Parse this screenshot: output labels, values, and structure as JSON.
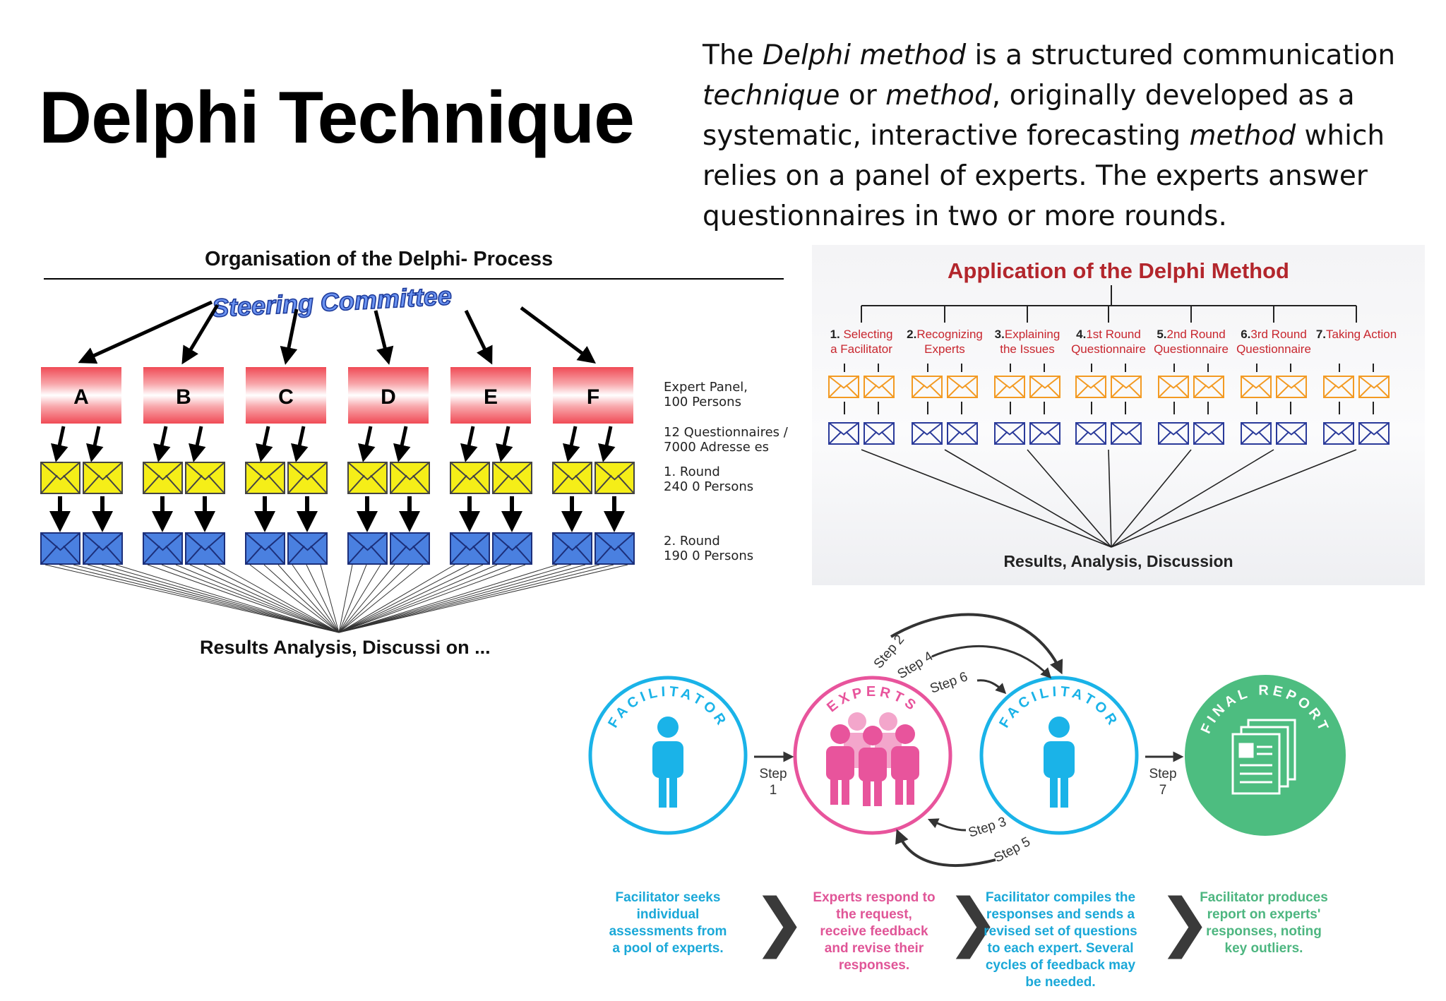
{
  "page": {
    "title": "Delphi Technique",
    "intro": {
      "parts": [
        {
          "text": "The ",
          "italic": false
        },
        {
          "text": "Delphi method",
          "italic": true
        },
        {
          "text": " is a structured communication ",
          "italic": false
        },
        {
          "text": "technique",
          "italic": true
        },
        {
          "text": " or ",
          "italic": false
        },
        {
          "text": "method",
          "italic": true
        },
        {
          "text": ", originally developed as a systematic, interactive forecasting ",
          "italic": false
        },
        {
          "text": "method",
          "italic": true
        },
        {
          "text": " which relies on a panel of experts. The experts answer questionnaires in two or more rounds.",
          "italic": false
        }
      ]
    }
  },
  "organisation_diagram": {
    "title": "Organisation of the Delphi- Process",
    "committee": "Steering Committee",
    "groups": [
      "A",
      "B",
      "C",
      "D",
      "E",
      "F"
    ],
    "side_labels": [
      "Expert Panel,\n100 Persons",
      "12 Questionnaires /\n7000 Adresse es",
      "1. Round\n240 0 Persons",
      "2. Round\n190 0 Persons"
    ],
    "results": "Results Analysis, Discussi on ..."
  },
  "application_diagram": {
    "title": "Application of the Delphi Method",
    "steps": [
      {
        "num": "1.",
        "label": " Selecting\na Facilitator"
      },
      {
        "num": "2.",
        "label": "Recognizing\nExperts"
      },
      {
        "num": "3.",
        "label": "Explaining\nthe Issues"
      },
      {
        "num": "4.",
        "label": "1st Round\nQuestionnaire"
      },
      {
        "num": "5.",
        "label": "2nd Round\nQuestionnaire"
      },
      {
        "num": "6.",
        "label": "3rd Round\nQuestionnaire"
      },
      {
        "num": "7.",
        "label": "Taking Action"
      }
    ],
    "results": "Results, Analysis, Discussion"
  },
  "process_flow": {
    "circles": [
      {
        "title": "FACILITATOR",
        "color": "#1ab3e8"
      },
      {
        "title": "EXPERTS",
        "color": "#e8549c"
      },
      {
        "title": "FACILITATOR",
        "color": "#1ab3e8"
      },
      {
        "title": "FINAL REPORT",
        "color": "#4dbd80"
      }
    ],
    "steps": {
      "step1": "Step\n1",
      "step2": "Step 2",
      "step3": "Step 3",
      "step4": "Step 4",
      "step5": "Step 5",
      "step6": "Step 6",
      "step7": "Step\n7"
    },
    "captions": [
      {
        "text": "Facilitator seeks\nindividual\nassessments from\na pool of experts.",
        "color": "#1aa8d8"
      },
      {
        "text": "Experts respond to\nthe request,\nreceive feedback\nand revise their\nresponses.",
        "color": "#e05597"
      },
      {
        "text": "Facilitator compiles the\nresponses and sends a\nrevised set of questions\nto each expert. Several\ncycles of feedback may\nbe needed.",
        "color": "#1aa8d8"
      },
      {
        "text": "Facilitator produces\nreport on experts'\nresponses, noting\nkey outliers.",
        "color": "#4db680"
      }
    ],
    "chevron": "❯"
  },
  "colors": {
    "committee_blue": "#4a72d6",
    "round1_yellow": "#f5ee18",
    "round2_blue": "#4a80e0",
    "app_orange": "#f39a22",
    "app_navy": "#2a3a9a",
    "app_title_red": "#b3262c"
  }
}
